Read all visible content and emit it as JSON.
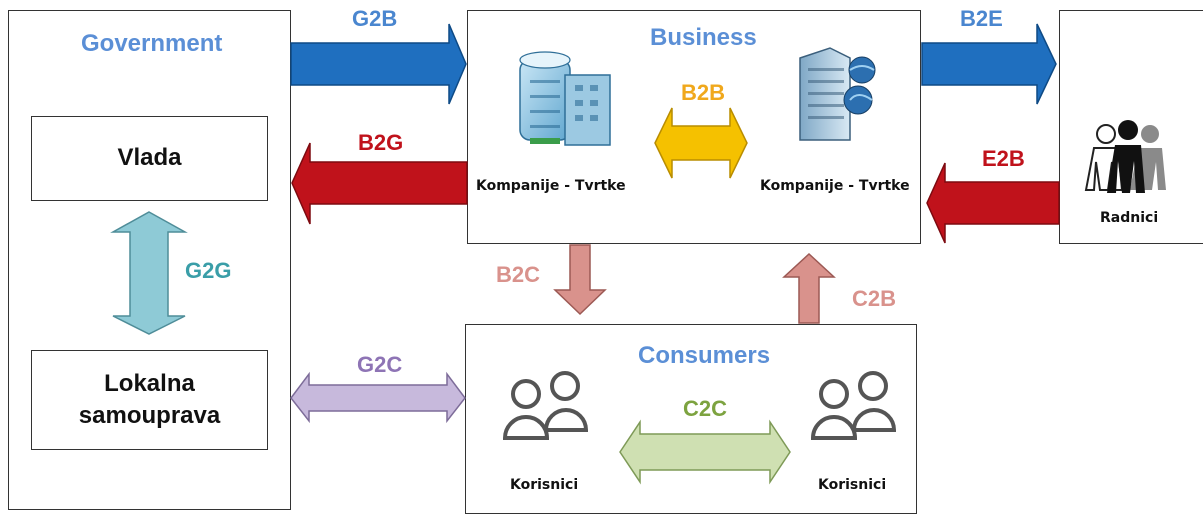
{
  "government": {
    "title": "Government",
    "vlada": "Vlada",
    "lokalna": "Lokalna samouprava"
  },
  "business": {
    "title": "Business",
    "company_left": "Kompanije - Tvrtke",
    "company_right": "Kompanije - Tvrtke"
  },
  "consumers": {
    "title": "Consumers",
    "user_left": "Korisnici",
    "user_right": "Korisnici"
  },
  "workers": {
    "label": "Radnici"
  },
  "arrows": {
    "g2b": "G2B",
    "b2g": "B2G",
    "g2g": "G2G",
    "b2b": "B2B",
    "b2e": "B2E",
    "e2b": "E2B",
    "b2c": "B2C",
    "c2b": "C2B",
    "g2c": "G2C",
    "c2c": "C2C"
  },
  "colors": {
    "blue_arrow": "#1f6fbf",
    "red_arrow": "#c0121b",
    "teal_arrow": "#8ecad6",
    "gold_arrow": "#f5c100",
    "pink_arrow": "#d9928c",
    "lavender_arrow": "#c7b9dc",
    "green_arrow": "#cfe0b2",
    "title_blue": "#5b8fd6"
  }
}
